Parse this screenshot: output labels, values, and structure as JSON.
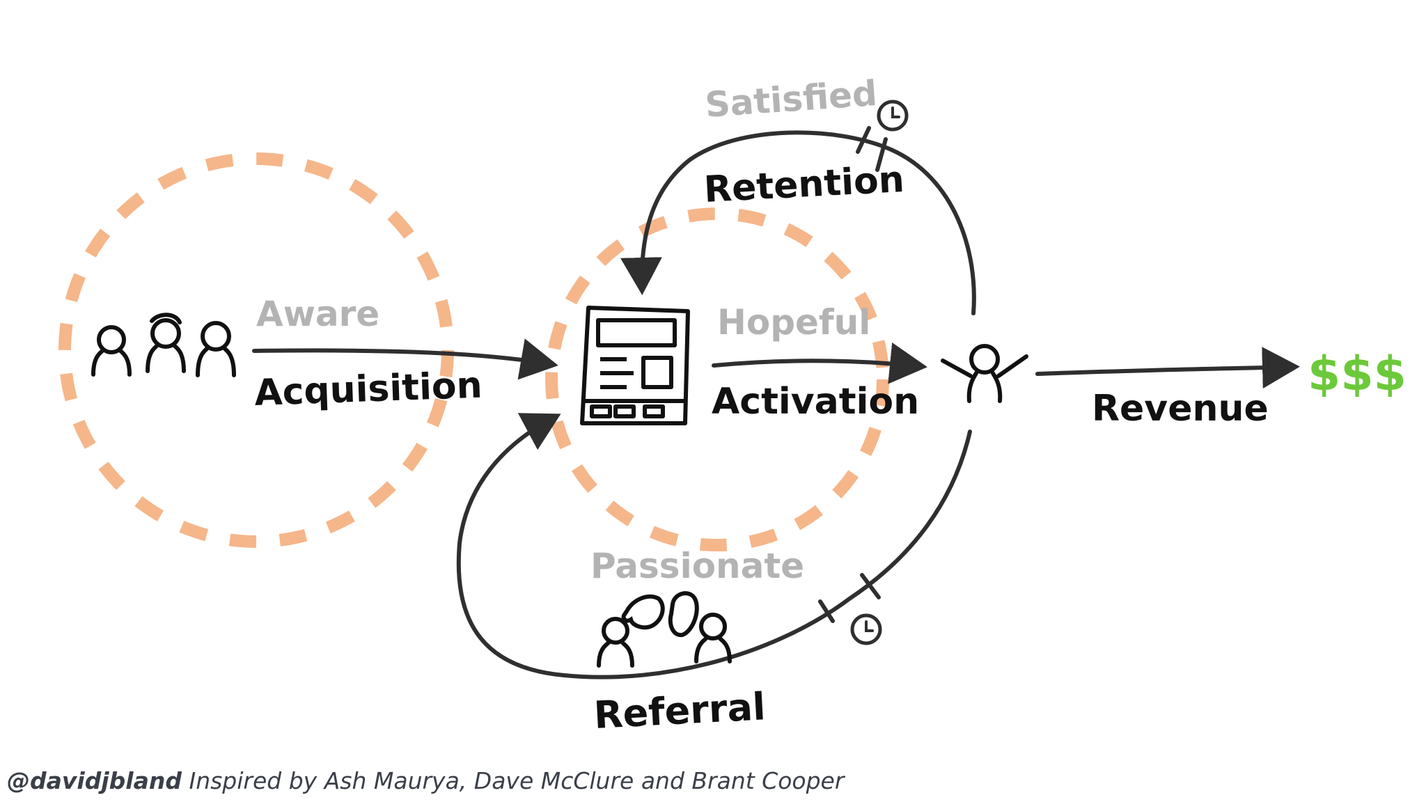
{
  "colors": {
    "circle": "#f5b68a",
    "ink": "#2f2f2f",
    "state_text": "#b3b3b3",
    "money": "#6cc93a",
    "footer": "#3a3f48"
  },
  "stages": {
    "acquisition": "Acquisition",
    "activation": "Activation",
    "retention": "Retention",
    "revenue": "Revenue",
    "referral": "Referral"
  },
  "states": {
    "aware": "Aware",
    "hopeful": "Hopeful",
    "satisfied": "Satisfied",
    "passionate": "Passionate"
  },
  "revenue_symbol": "$$$",
  "footer": {
    "handle": "@davidjbland",
    "credit": "Inspired by Ash Maurya, Dave McClure and Brant Cooper"
  },
  "icons": {
    "people_group": "people-group-icon",
    "product": "product-screen-icon",
    "user": "happy-user-icon",
    "clock": "clock-icon",
    "passionate_group": "passionate-group-icon"
  }
}
